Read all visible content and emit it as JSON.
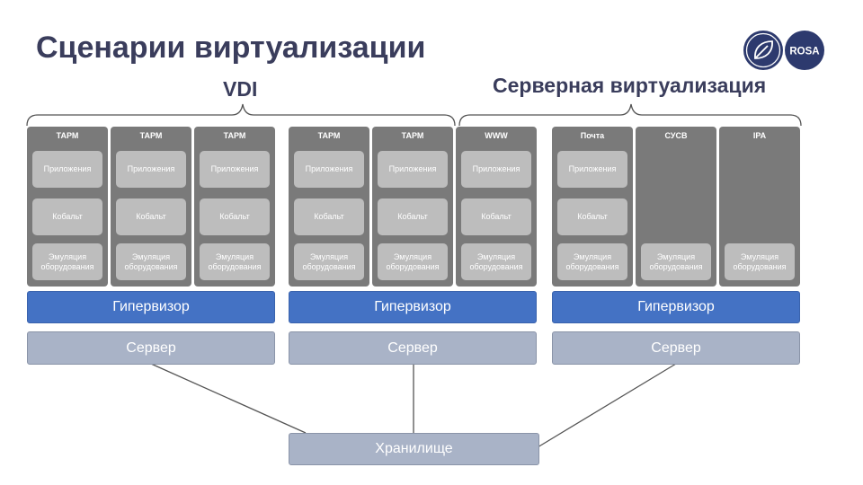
{
  "title": "Сценарии виртуализации",
  "groups": {
    "vdi": "VDI",
    "server_virt": "Серверная виртуализация"
  },
  "logo": {
    "text": "ROSA",
    "colors": {
      "circle": "#2d3a6e",
      "leaf": "#ffffff"
    }
  },
  "hosts": [
    {
      "vms": [
        {
          "title": "ТАРМ",
          "components": [
            "Приложения",
            "Кобальт",
            "Эмуляция оборудования"
          ]
        },
        {
          "title": "ТАРМ",
          "components": [
            "Приложения",
            "Кобальт",
            "Эмуляция оборудования"
          ]
        },
        {
          "title": "ТАРМ",
          "components": [
            "Приложения",
            "Кобальт",
            "Эмуляция оборудования"
          ]
        }
      ],
      "hypervisor": "Гипервизор",
      "server": "Сервер"
    },
    {
      "vms": [
        {
          "title": "ТАРМ",
          "components": [
            "Приложения",
            "Кобальт",
            "Эмуляция оборудования"
          ]
        },
        {
          "title": "ТАРМ",
          "components": [
            "Приложения",
            "Кобальт",
            "Эмуляция оборудования"
          ]
        },
        {
          "title": "WWW",
          "components": [
            "Приложения",
            "Кобальт",
            "Эмуляция оборудования"
          ]
        }
      ],
      "hypervisor": "Гипервизор",
      "server": "Сервер"
    },
    {
      "vms": [
        {
          "title": "Почта",
          "components": [
            "Приложения",
            "Кобальт",
            "Эмуляция оборудования"
          ]
        },
        {
          "title": "СУСВ",
          "components": [
            "",
            "",
            "Эмуляция оборудования"
          ]
        },
        {
          "title": "IPA",
          "components": [
            "",
            "",
            "Эмуляция оборудования"
          ]
        }
      ],
      "hypervisor": "Гипервизор",
      "server": "Сервер"
    }
  ],
  "storage": "Хранилище",
  "colors": {
    "vm": "#7a7a7a",
    "component": "#bdbdbd",
    "hypervisor": "#4472c4",
    "server": "#a9b3c7",
    "title": "#3a3d5c"
  }
}
